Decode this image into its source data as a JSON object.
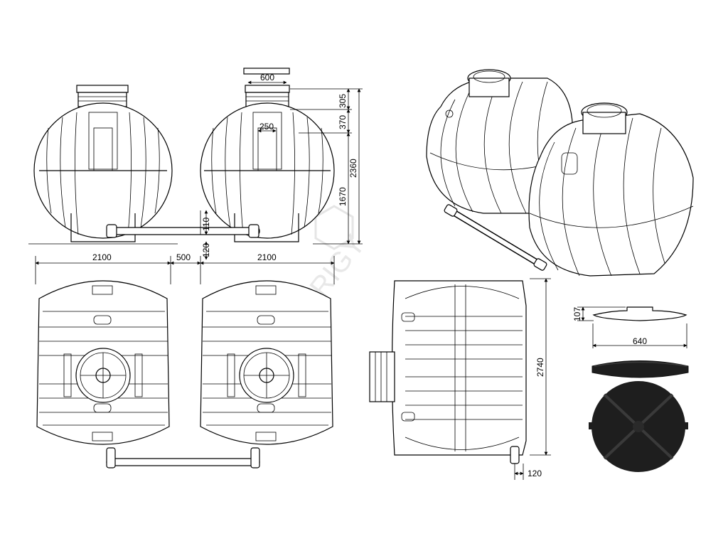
{
  "watermark": "TRIGY",
  "dimensions": {
    "lid_width": "600",
    "neck_height": "305",
    "dome_height": "370",
    "inner_opening": "250",
    "total_height": "2360",
    "pipe_height": "1670",
    "pipe_offset": "110",
    "ground_gap": "120",
    "tank_width_left": "2100",
    "tank_spacing": "500",
    "tank_width_right": "2100",
    "tank_length": "2740",
    "outlet_offset": "120",
    "lid_height": "107",
    "lid_diameter": "640"
  },
  "colors": {
    "line": "#000000",
    "lid_dark": "#1e1e1e",
    "lid_ridge": "#3a3a3a",
    "watermark": "#e6e6e6"
  }
}
